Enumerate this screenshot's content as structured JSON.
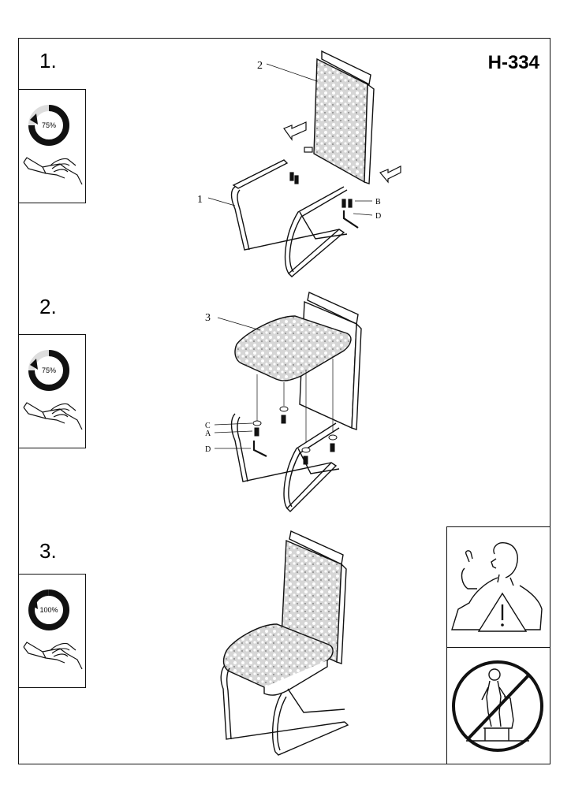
{
  "model": "H-334",
  "steps": [
    {
      "number": "1.",
      "torque": "75%",
      "torque_fraction": 0.75
    },
    {
      "number": "2.",
      "torque": "75%",
      "torque_fraction": 0.75
    },
    {
      "number": "3.",
      "torque": "100%",
      "torque_fraction": 1.0
    }
  ],
  "callouts": {
    "step1_frame": "1",
    "step1_backrest": "2",
    "step1_bolt": "B",
    "step1_key": "D",
    "step2_seat": "3",
    "step2_washer": "C",
    "step2_screw": "A",
    "step2_key": "D"
  },
  "colors": {
    "line": "#111111",
    "fabric": "#cfcfcf",
    "background": "#ffffff"
  },
  "icons": {
    "torque": "circular-arrow-gauge-icon",
    "hex_key": "hex-key-hand-icon",
    "warning": "shush-warning-triangle-icon",
    "prohibited": "no-standing-on-chair-icon"
  }
}
